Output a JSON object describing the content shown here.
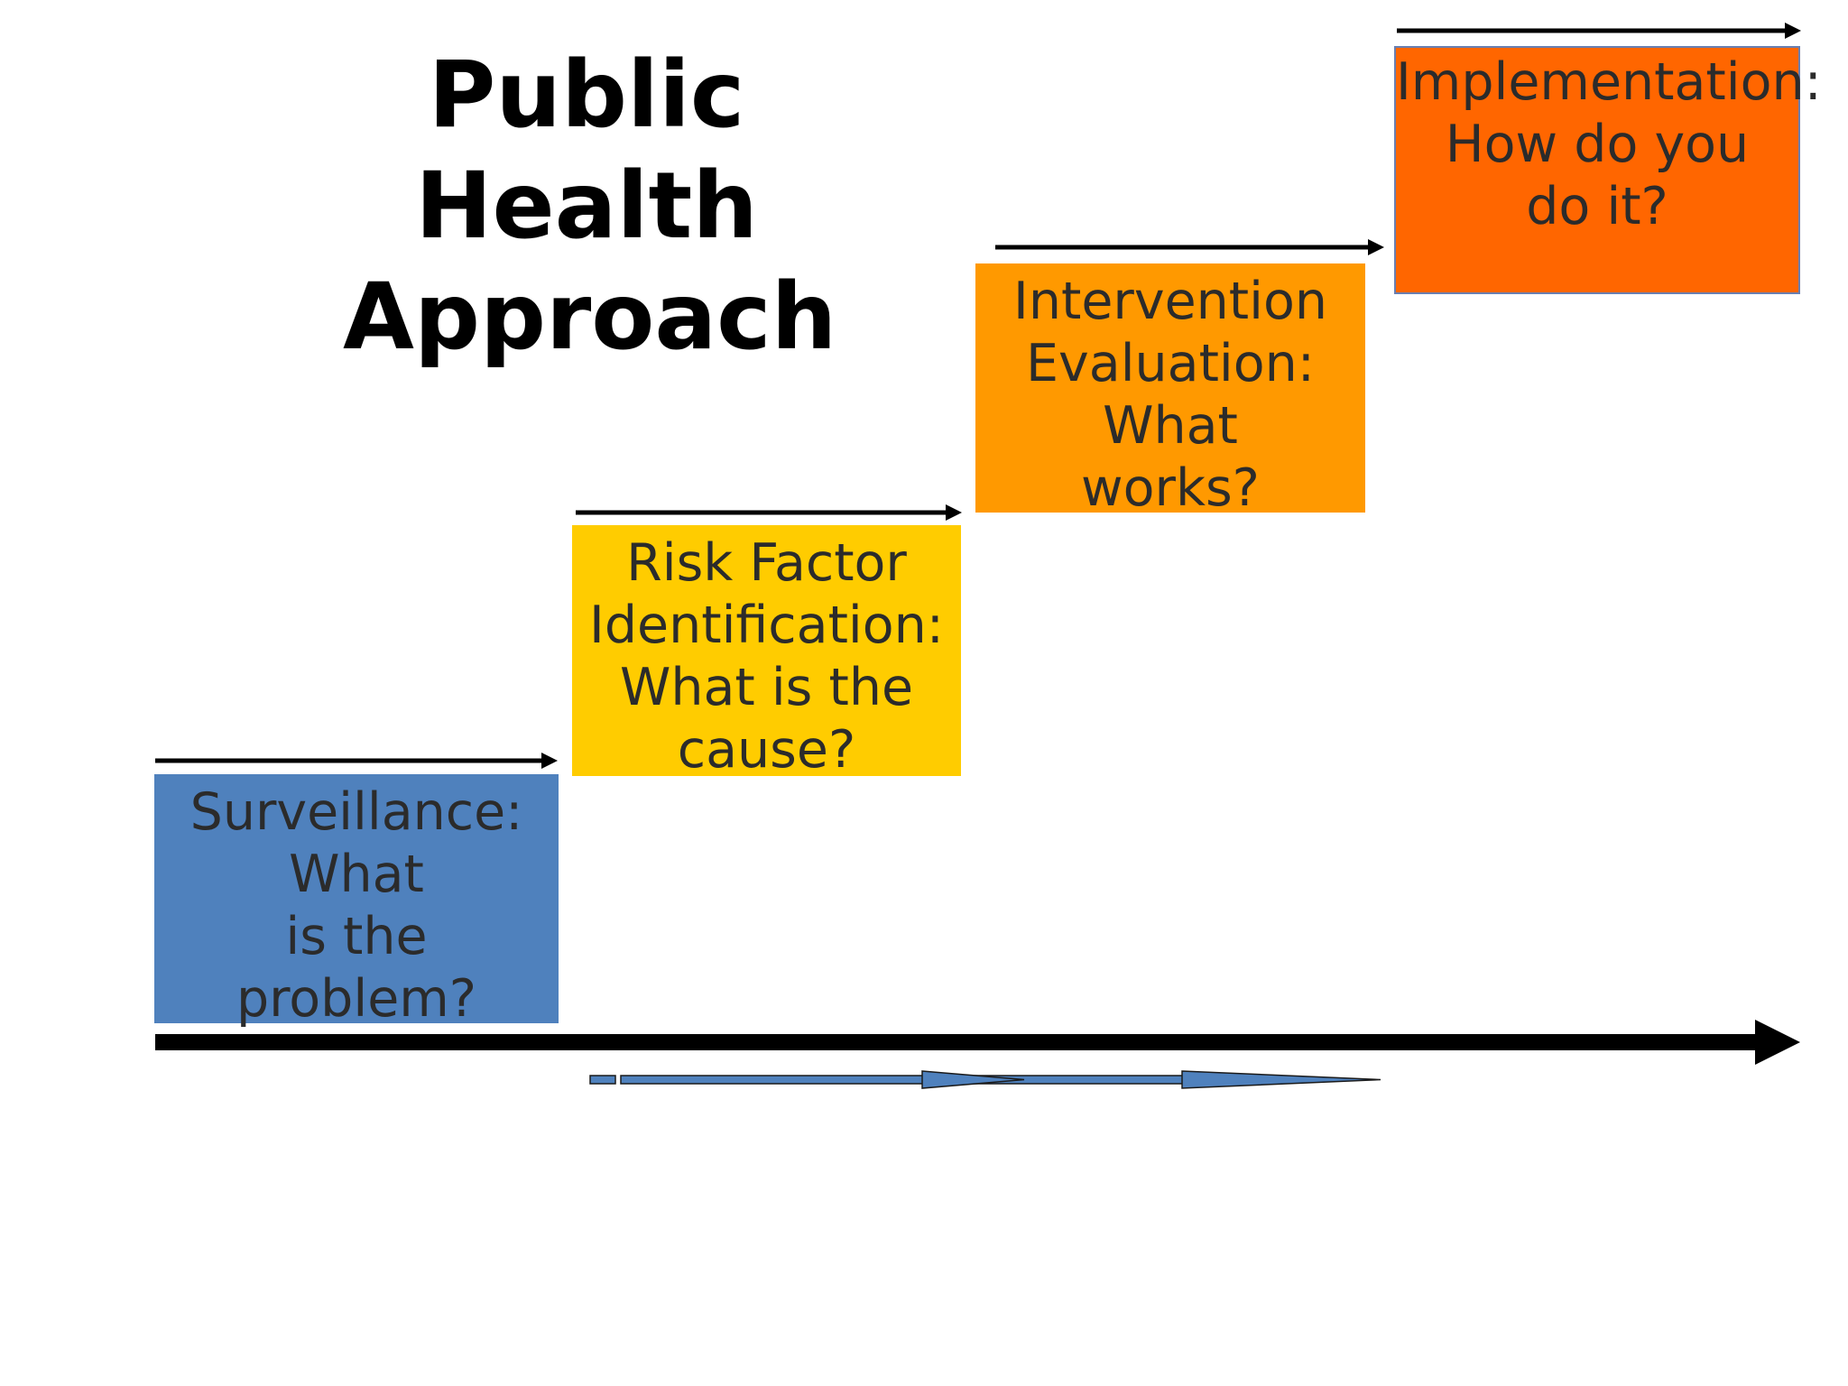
{
  "title": {
    "lines": [
      "Public",
      "Health",
      "Approach"
    ]
  },
  "steps": [
    {
      "lines": [
        "Surveillance:",
        "What",
        "is the",
        "problem?"
      ],
      "color": "#4F81BD"
    },
    {
      "lines": [
        "Risk Factor",
        "Identification:",
        "What is the",
        "cause?"
      ],
      "color": "#FFCC00"
    },
    {
      "lines": [
        "Intervention",
        "Evaluation:",
        "What",
        "works?"
      ],
      "color": "#FF9900"
    },
    {
      "lines": [
        "Implementation:",
        "How do you",
        "do it?"
      ],
      "color": "#FF6600"
    }
  ],
  "colors": {
    "timeline_arrow": "#000000",
    "step_arrow": "#000000",
    "blue_arrow": "#4F81BD",
    "text": "#2b2b2b"
  },
  "icons": {
    "timeline": "long-right-arrow",
    "step": "right-arrow"
  }
}
